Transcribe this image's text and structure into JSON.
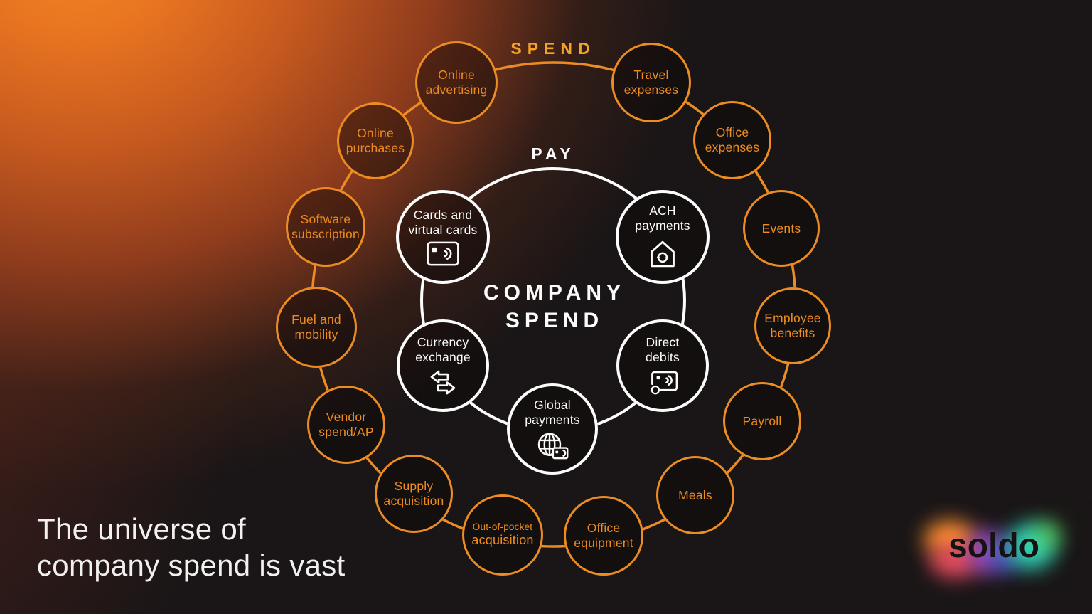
{
  "headline": "The universe of\ncompany spend is vast",
  "diagram": {
    "outer_label": "SPEND",
    "inner_label": "PAY",
    "center_label": "COMPANY\nSPEND",
    "outer_nodes": [
      {
        "id": "online-advertising",
        "label": "Online\nadvertising"
      },
      {
        "id": "travel-expenses",
        "label": "Travel\nexpenses"
      },
      {
        "id": "office-expenses",
        "label": "Office\nexpenses"
      },
      {
        "id": "events",
        "label": "Events"
      },
      {
        "id": "employee-benefits",
        "label": "Employee\nbenefits"
      },
      {
        "id": "payroll",
        "label": "Payroll"
      },
      {
        "id": "meals",
        "label": "Meals"
      },
      {
        "id": "office-equipment",
        "label": "Office\nequipment"
      },
      {
        "id": "out-of-pocket-acquisition",
        "label_top": "Out-of-pocket",
        "label_bottom": "acquisition"
      },
      {
        "id": "supply-acquisition",
        "label": "Supply\nacquisition"
      },
      {
        "id": "vendor-spend-ap",
        "label": "Vendor\nspend/AP"
      },
      {
        "id": "fuel-and-mobility",
        "label": "Fuel and\nmobility"
      },
      {
        "id": "software-subscription",
        "label": "Software\nsubscription"
      },
      {
        "id": "online-purchases",
        "label": "Online\npurchases"
      }
    ],
    "inner_nodes": [
      {
        "id": "cards-and-virtual-cards",
        "label": "Cards and\nvirtual cards",
        "icon": "payment-card-icon"
      },
      {
        "id": "ach-payments",
        "label": "ACH\npayments",
        "icon": "house-refresh-icon"
      },
      {
        "id": "direct-debits",
        "label": "Direct\ndebits",
        "icon": "card-refresh-icon"
      },
      {
        "id": "global-payments",
        "label": "Global\npayments",
        "icon": "globe-card-icon"
      },
      {
        "id": "currency-exchange",
        "label": "Currency\nexchange",
        "icon": "swap-arrows-icon"
      }
    ]
  },
  "logo": {
    "text": "soldo"
  },
  "colors": {
    "accent_orange": "#EC8A20",
    "spend_label_orange": "#F5A226",
    "ring_white": "#FCFCFC",
    "background_glow": "#E8721F",
    "background_base": "#181415"
  }
}
